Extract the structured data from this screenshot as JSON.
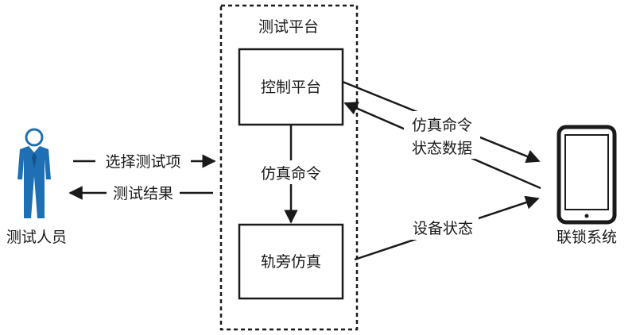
{
  "diagram": {
    "platform_title": "测试平台",
    "control_platform": "控制平台",
    "trackside_sim": "轨旁仿真",
    "tester_label": "测试人员",
    "interlock_label": "联锁系统",
    "edge_select_item": "选择测试项",
    "edge_test_result": "测试结果",
    "edge_sim_command_internal": "仿真命令",
    "edge_sim_command": "仿真命令",
    "edge_status_data": "状态数据",
    "edge_device_status": "设备状态"
  },
  "colors": {
    "person_fill": "#1f6fb5",
    "person_dark": "#15528a",
    "line": "#1a1a1a",
    "tablet_screen": "#ffffff"
  },
  "icons": {
    "person": "person-icon",
    "tablet": "tablet-icon"
  }
}
